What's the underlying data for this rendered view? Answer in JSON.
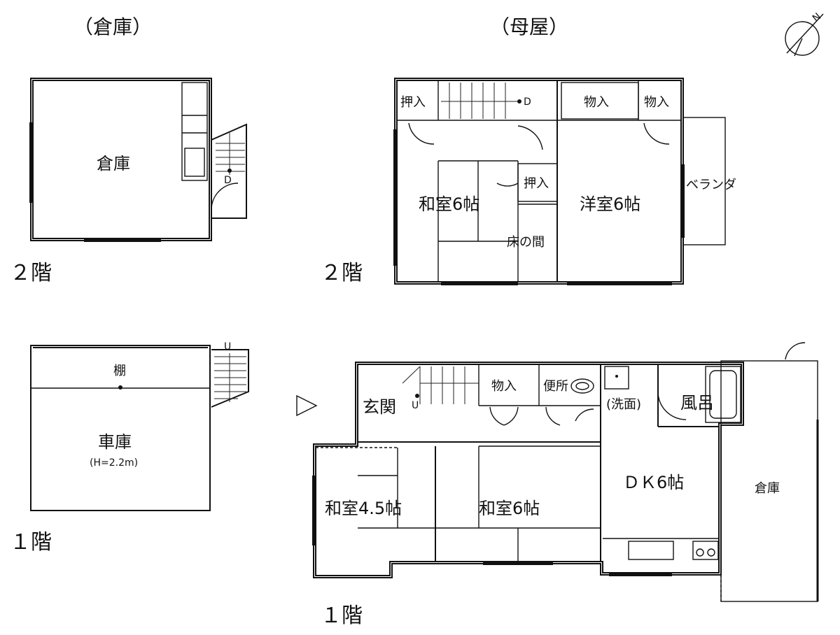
{
  "headings": {
    "storehouse": "（倉庫）",
    "main_house": "（母屋）"
  },
  "floors": {
    "store_2f": "２階",
    "main_2f": "２階",
    "store_1f": "１階",
    "main_1f": "１階"
  },
  "storehouse_2f": {
    "room": "倉庫",
    "stair_mark": "D"
  },
  "storehouse_1f": {
    "shelf": "棚",
    "garage": "車庫",
    "garage_height": "(H=2.2m)",
    "stair_mark": "U"
  },
  "main_2f": {
    "closet_a": "押入",
    "stair_mark": "D",
    "storage_a": "物入",
    "storage_b": "物入",
    "closet_b": "押入",
    "washitsu": "和室6帖",
    "yoshitsu": "洋室6帖",
    "veranda": "ベランダ",
    "tokonoma": "床の間"
  },
  "main_1f": {
    "genkan": "玄関",
    "stair_mark": "U",
    "storage": "物入",
    "toilet": "便所",
    "washroom": "(洗面)",
    "bath": "風呂",
    "washitsu_45": "和室4.5帖",
    "washitsu_6": "和室6帖",
    "dk": "ＤＫ6帖",
    "storeroom": "倉庫"
  },
  "compass": {
    "letter": "N"
  }
}
